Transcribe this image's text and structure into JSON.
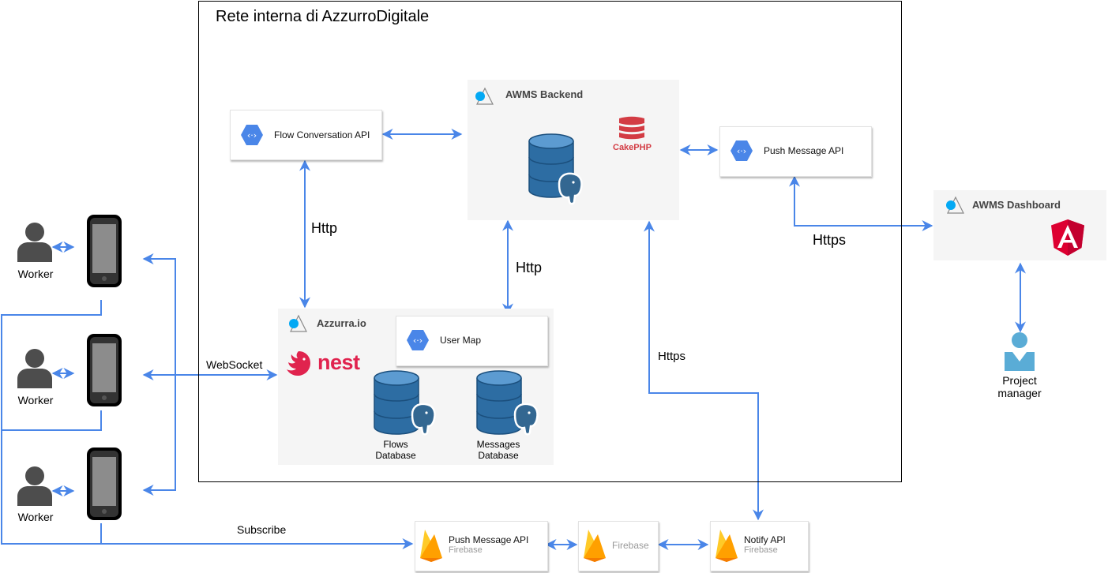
{
  "network": {
    "title": "Rete interna di AzzurroDigitale"
  },
  "backend": {
    "title": "AWMS Backend",
    "logo_text": "CakePHP"
  },
  "dashboard": {
    "title": "AWMS Dashboard"
  },
  "azzurra": {
    "title": "Azzurra.io",
    "logo_text": "nest"
  },
  "apis": {
    "flow_conversation": "Flow Conversation API",
    "push_message": "Push Message API",
    "user_map": "User Map"
  },
  "databases": {
    "flows": [
      "Flows",
      "Database"
    ],
    "messages": [
      "Messages",
      "Database"
    ]
  },
  "firebase": {
    "push": {
      "label": "Push Message API",
      "sub": "Firebase"
    },
    "core": {
      "label": "Firebase"
    },
    "notify": {
      "label": "Notify API",
      "sub": "Firebase"
    }
  },
  "edges": {
    "http_left": "Http",
    "http_center": "Http",
    "https_right": "Https",
    "https_center": "Https",
    "websocket": "WebSocket",
    "subscribe": "Subscribe"
  },
  "actors": {
    "worker": "Worker",
    "project_manager": [
      "Project",
      "manager"
    ]
  },
  "colors": {
    "arrow": "#4a86e8",
    "gcp_hex": "#4a86e8",
    "db_blue": "#2d6da3",
    "cake_red": "#d33c44",
    "nest_red": "#e0234e",
    "angular_red": "#dd0031",
    "firebase_orange": "#ffa000",
    "person_dark": "#4d4d4d",
    "pm_blue": "#5aacd6"
  }
}
